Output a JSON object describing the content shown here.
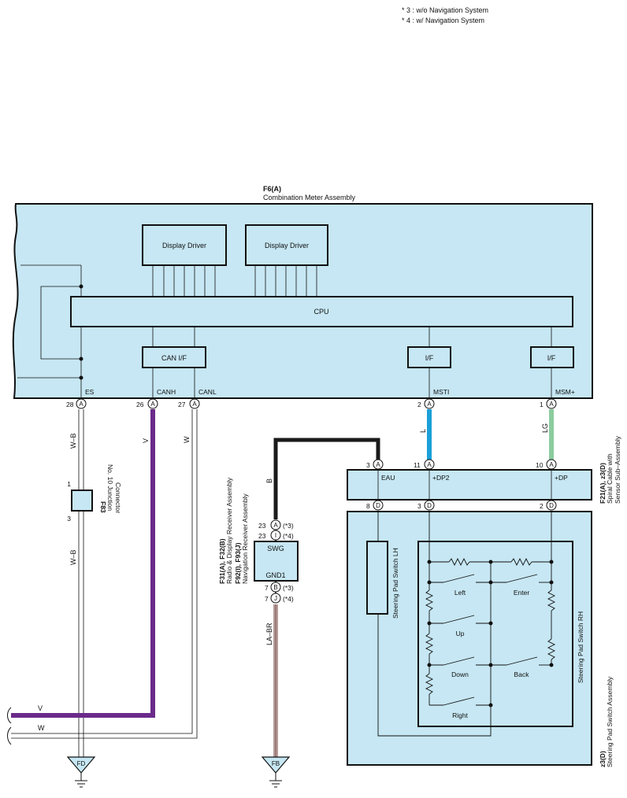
{
  "notes": [
    "* 3 : w/o Navigation System",
    "* 4 : w/ Navigation System"
  ],
  "meter": {
    "code": "F6(A)",
    "name": "Combination Meter Assembly",
    "display_driver_1": "Display Driver",
    "display_driver_2": "Display Driver",
    "cpu": "CPU",
    "can_if": "CAN I/F",
    "if_1": "I/F",
    "if_2": "I/F",
    "terminals": [
      "ES",
      "CANH",
      "CANL",
      "MSTI",
      "MSM+"
    ],
    "pins": [
      "28",
      "26",
      "27",
      "2",
      "1"
    ],
    "pin_letter": "A"
  },
  "wires": {
    "es_color": "W–B",
    "canh_color": "V",
    "canl_color": "W",
    "msti_color": "L",
    "msm_color": "LG",
    "swg_color": "B",
    "gnd1_color": "LA–BR",
    "es_lower_color": "W–B",
    "bus_v": "V",
    "bus_w": "W"
  },
  "junction": {
    "code": "F83",
    "name_line1": "No. 10 Junction",
    "name_line2": "Connector",
    "pin_top": "1",
    "pin_bottom": "3"
  },
  "radio": {
    "code_line1": "F31(A), F32(B)",
    "name_line1": "Radio & Display Receiver Assembly",
    "code_line2": "F92(I), F93(J)",
    "name_line2": "Navigation Receiver Assembly",
    "swg": "SWG",
    "gnd1": "GND1",
    "pins": [
      {
        "num": "23",
        "letter": "A",
        "note": "(*3)"
      },
      {
        "num": "23",
        "letter": "I",
        "note": "(*4)"
      },
      {
        "num": "7",
        "letter": "B",
        "note": "(*3)"
      },
      {
        "num": "7",
        "letter": "J",
        "note": "(*4)"
      }
    ]
  },
  "spiral": {
    "code": "F21(A), z3(D)",
    "name_line1": "Spiral Cable with",
    "name_line2": "Sensor Sub–Assembly",
    "terminals": [
      "EAU",
      "+DP2",
      "+DP"
    ],
    "pins_top": [
      "3",
      "11",
      "10"
    ],
    "pin_letter_top": "A",
    "pins_bottom": [
      "8",
      "3",
      "2"
    ],
    "pin_letter_bottom": "D"
  },
  "steering": {
    "code": "z3(D)",
    "name": "Steering Pad Switch Assembly",
    "lh": "Steering Pad Switch LH",
    "rh": "Steering Pad Switch RH",
    "switches": [
      "Left",
      "Enter",
      "Up",
      "Down",
      "Back",
      "Right"
    ]
  },
  "grounds": [
    "FD",
    "FB"
  ],
  "colors": {
    "panel": "#c6e7f3",
    "wire_v": "#6a2a8a",
    "wire_l": "#1aa0d8",
    "wire_lg": "#8ccc9e",
    "wire_b": "#1a1a1a",
    "wire_la_br": "#b89a98"
  }
}
